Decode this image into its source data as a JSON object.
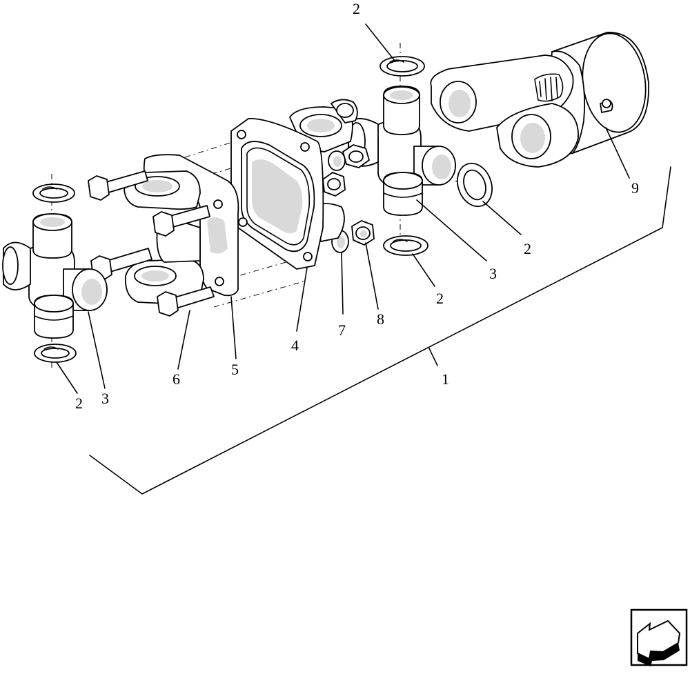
{
  "callouts": {
    "assembly": "1",
    "snap_ring": "2",
    "cross_bearing": "3",
    "flange_yoke": "4",
    "flange_yoke_2": "5",
    "bolt": "6",
    "lock_washer": "7",
    "nut": "8",
    "yoke_tube": "9"
  },
  "nav_icon": "arrow-icon"
}
